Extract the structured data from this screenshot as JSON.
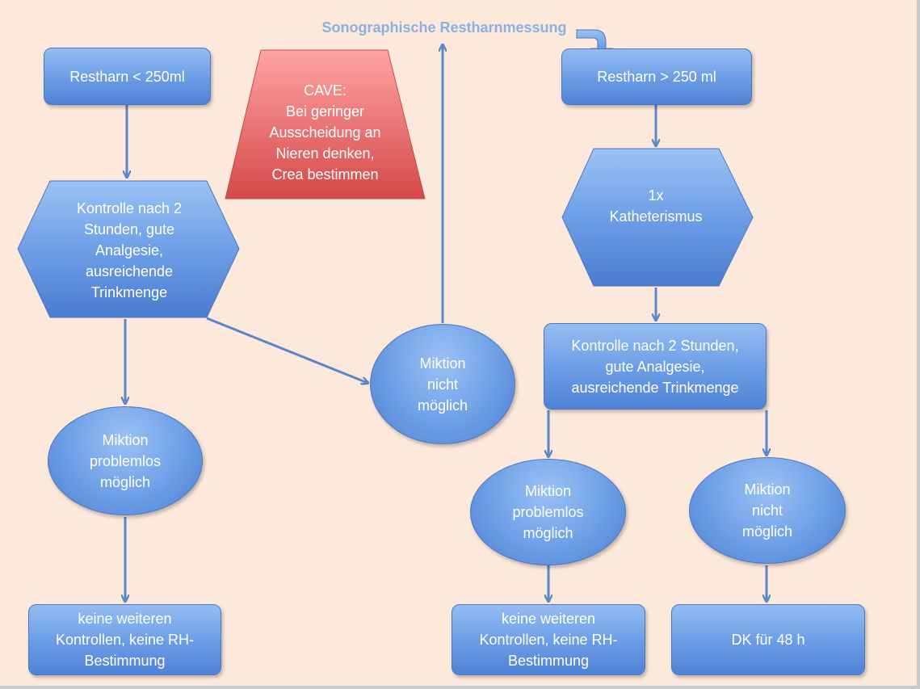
{
  "title": "Sonographische Restharnmessung",
  "nodes": {
    "restharn_low": "Restharn < 250ml",
    "cave": "CAVE:\nBei geringer\nAusscheidung an\nNieren denken,\nCrea bestimmen",
    "restharn_high": "Restharn > 250 ml",
    "kontrolle_left": "Kontrolle nach 2\nStunden, gute\nAnalgesie,\nausreichende\nTrinkmenge",
    "katheterismus": "1x\nKatheterismus",
    "miktion_nicht_center": "Miktion\nnicht\nmöglich",
    "kontrolle_right": "Kontrolle nach 2 Stunden,\ngute Analgesie,\nausreichende Trinkmenge",
    "miktion_problemlos_left": "Miktion\nproblemlos\nmöglich",
    "miktion_problemlos_right": "Miktion\nproblemlos\nmöglich",
    "miktion_nicht_right": "Miktion\nnicht\nmöglich",
    "keine_weiteren_left": "keine weiteren\nKontrollen, keine RH-\nBestimmung",
    "keine_weiteren_right": "keine weiteren\nKontrollen, keine RH-\nBestimmung",
    "dk": "DK für 48 h"
  },
  "colors": {
    "node_fill": "#6d9fe7",
    "node_border": "#4d77bf",
    "cave_fill": "#e36767",
    "arrow": "#5b86c7",
    "title": "#8db0e3",
    "background": "#fde9dc"
  }
}
